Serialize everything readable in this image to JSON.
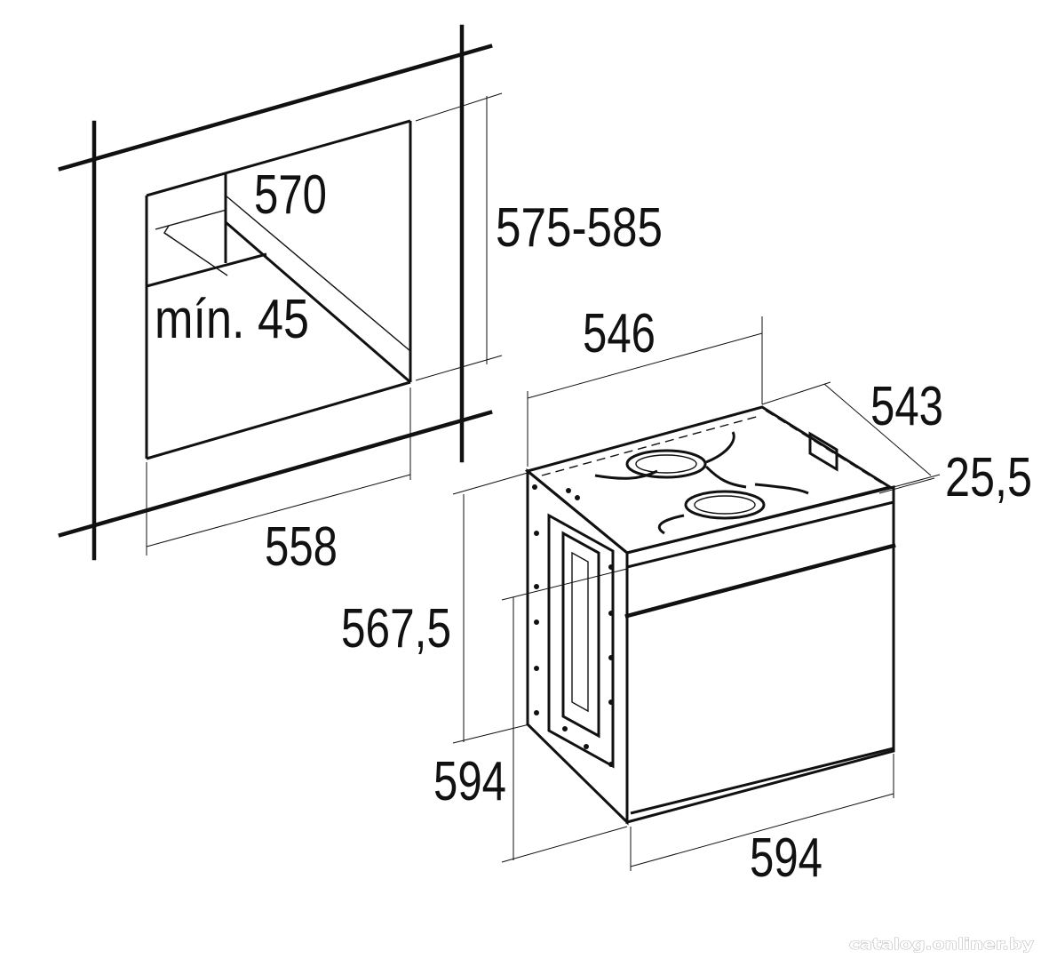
{
  "niche": {
    "depth_label": "570",
    "height_label": "575-585",
    "ventilation_label": "mín. 45",
    "width_label": "558"
  },
  "oven": {
    "body_width_label": "546",
    "body_depth_label": "543",
    "panel_thickness_label": "25,5",
    "body_height_label": "567,5",
    "front_height_label": "594",
    "front_width_label": "594"
  },
  "watermark": "catalog.onliner.by",
  "colors": {
    "line": "#111111",
    "background": "#ffffff"
  }
}
